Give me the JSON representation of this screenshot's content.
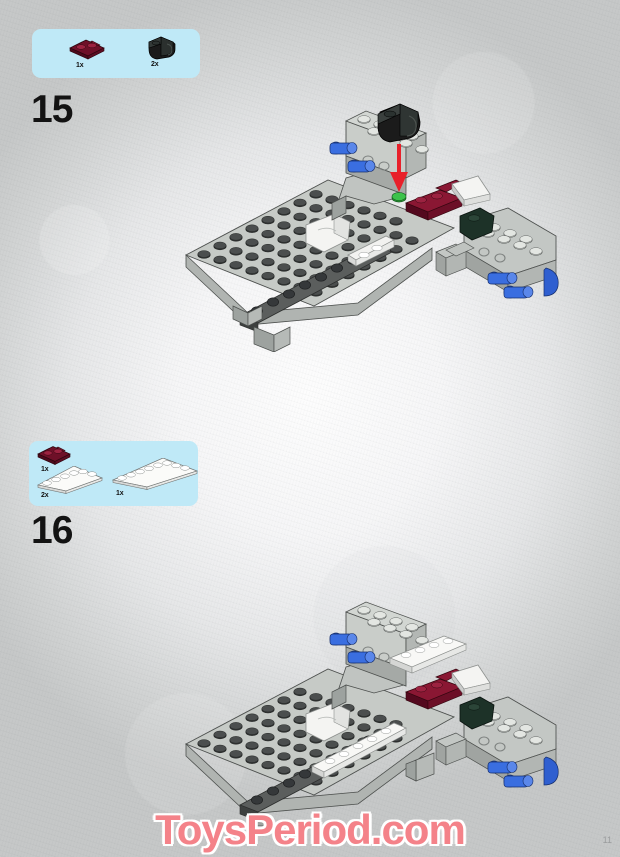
{
  "document": {
    "type": "lego-building-instructions",
    "page_number": "11",
    "watermark": "ToysPeriod.com",
    "watermark_color": "#f48289",
    "background_color": "#e9eaea"
  },
  "steps": [
    {
      "number": "15",
      "callout": {
        "background_color": "#bfe9f7",
        "parts": [
          {
            "quantity": "1x",
            "name": "plate-1x2",
            "color_name": "dark-red",
            "color": "#6e1028",
            "shape": "plate-1x2"
          },
          {
            "quantity": "2x",
            "name": "bracket-curved",
            "color_name": "black",
            "color": "#1b1b1b",
            "shape": "black-curved-piece"
          }
        ]
      },
      "assembly": {
        "name": "starfighter-fuselage-assembly",
        "arrow": {
          "color": "#e8202a",
          "direction": "down",
          "target_part": "black-curved-piece"
        },
        "colors": {
          "light_gray": "#c9cdc9",
          "dark_gray": "#4a4c4c",
          "stud_gray": "#d7dad6",
          "white": "#f2f2ef",
          "dark_red": "#7c1230",
          "blue": "#2f5fd0",
          "black": "#17211d",
          "dark_green": "#1d3228"
        }
      }
    },
    {
      "number": "16",
      "callout": {
        "background_color": "#bfe9f7",
        "parts": [
          {
            "quantity": "1x",
            "name": "plate-1x2",
            "color_name": "dark-red",
            "color": "#6e1028",
            "shape": "plate-1x2"
          },
          {
            "quantity": "2x",
            "name": "plate-1x6",
            "color_name": "white",
            "color": "#f5f5f2",
            "shape": "plate-1x6"
          },
          {
            "quantity": "1x",
            "name": "plate-1x8",
            "color_name": "white",
            "color": "#f5f5f2",
            "shape": "plate-1x8"
          }
        ]
      },
      "assembly": {
        "name": "starfighter-fuselage-assembly-with-plates",
        "arrow": null,
        "colors": {
          "light_gray": "#c9cdc9",
          "dark_gray": "#4a4c4c",
          "stud_gray": "#d7dad6",
          "white": "#f2f2ef",
          "dark_red": "#7c1230",
          "blue": "#2f5fd0",
          "black": "#17211d",
          "dark_green": "#1d3228"
        }
      }
    }
  ]
}
